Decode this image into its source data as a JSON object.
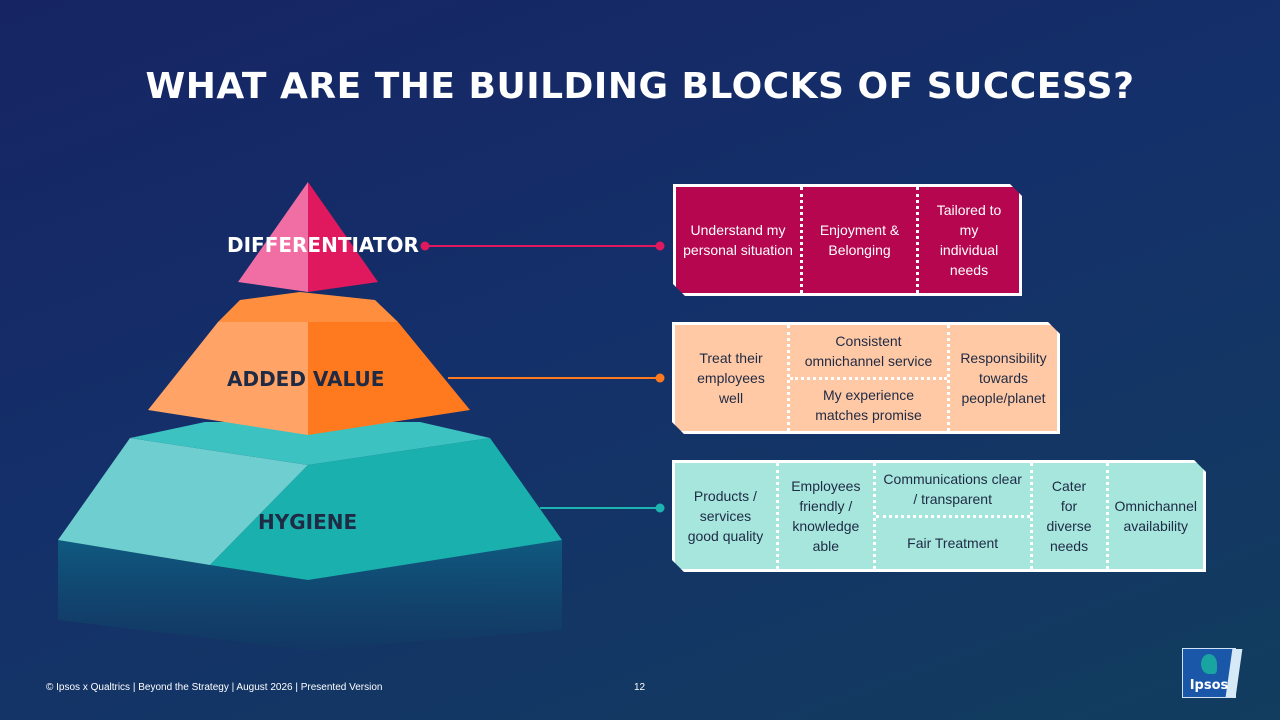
{
  "title": "WHAT ARE THE BUILDING BLOCKS OF SUCCESS?",
  "levels": {
    "differentiator": {
      "label": "DIFFERENTIATOR",
      "color": "#e0195e",
      "items": [
        "Understand my personal situation",
        "Enjoyment & Belonging",
        "Tailored to my individual needs"
      ]
    },
    "added_value": {
      "label": "ADDED VALUE",
      "color": "#ff7a1f",
      "items": [
        "Treat their employees well",
        "Consistent omnichannel service",
        "My experience matches promise",
        "Responsibility towards people/planet"
      ]
    },
    "hygiene": {
      "label": "HYGIENE",
      "color": "#1db3b0",
      "items": [
        "Products / services good quality",
        "Employees friendly / knowledge able",
        "Communications clear / transparent",
        "Fair Treatment",
        "Cater for diverse needs",
        "Omnichannel availability"
      ]
    }
  },
  "footer": {
    "text": "© Ipsos x Qualtrics | Beyond the Strategy | August 2026 | Presented Version",
    "page_number": "12",
    "logo_text": "Ipsos"
  }
}
